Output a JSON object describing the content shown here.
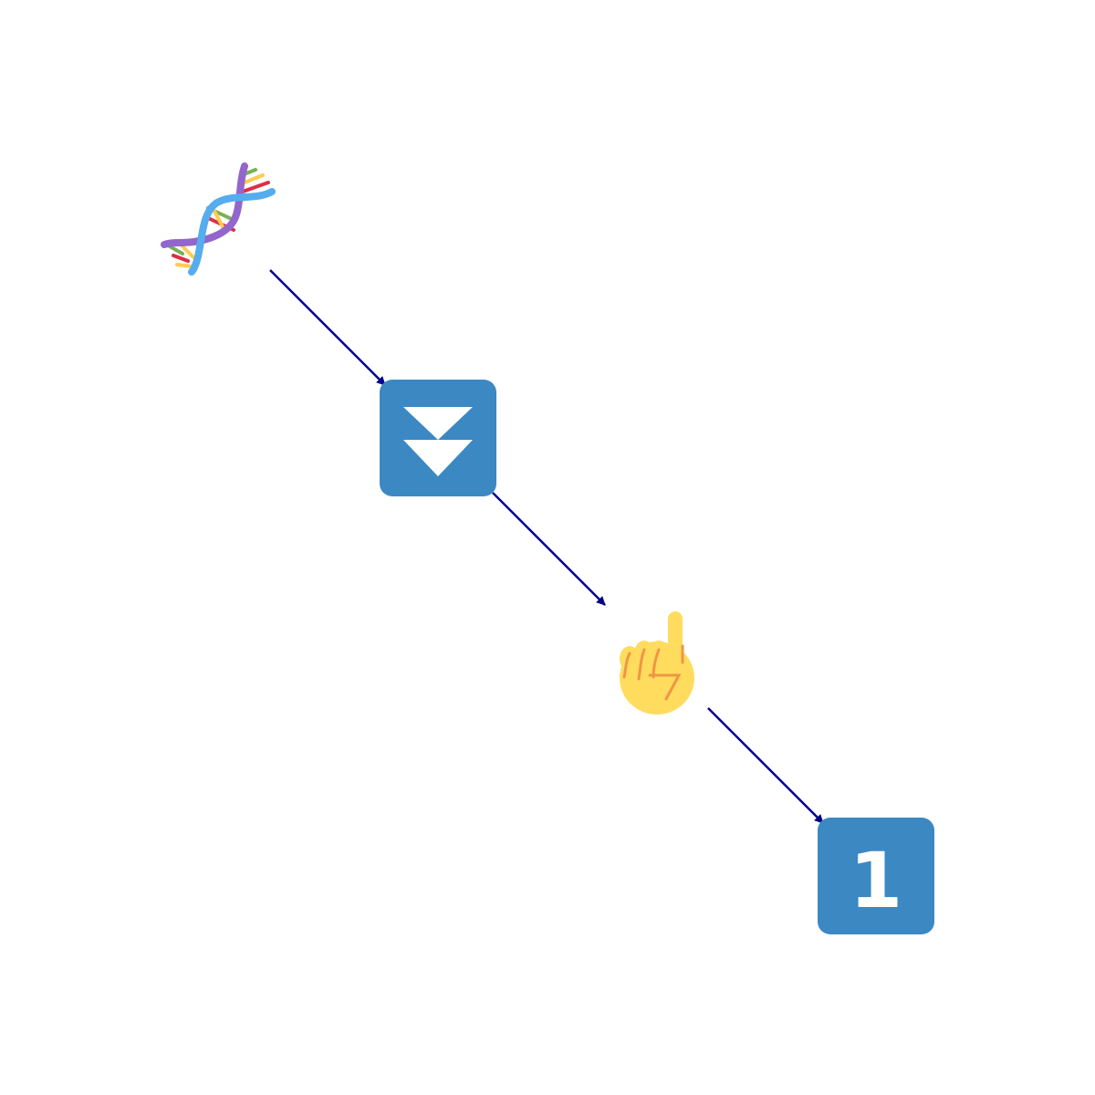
{
  "diagram": {
    "type": "flow",
    "colors": {
      "edge": "#00008b",
      "tile_blue": "#3b88c3",
      "tile_glyph": "#ffffff",
      "dna_purple": "#9266cc",
      "dna_blue": "#55acee",
      "hand_yellow": "#ffdc5d",
      "hand_lines": "#ef9645"
    },
    "nodes": [
      {
        "id": "dna",
        "icon": "dna-icon",
        "label": ""
      },
      {
        "id": "fast-down",
        "icon": "fast-down-button-icon",
        "label": ""
      },
      {
        "id": "index-pointing-up",
        "icon": "index-pointing-up-icon",
        "label": ""
      },
      {
        "id": "keycap-1",
        "icon": "keycap-digit-one-icon",
        "label": "1"
      }
    ],
    "edges": [
      {
        "from": "dna",
        "to": "fast-down"
      },
      {
        "from": "fast-down",
        "to": "index-pointing-up"
      },
      {
        "from": "index-pointing-up",
        "to": "keycap-1"
      }
    ]
  }
}
